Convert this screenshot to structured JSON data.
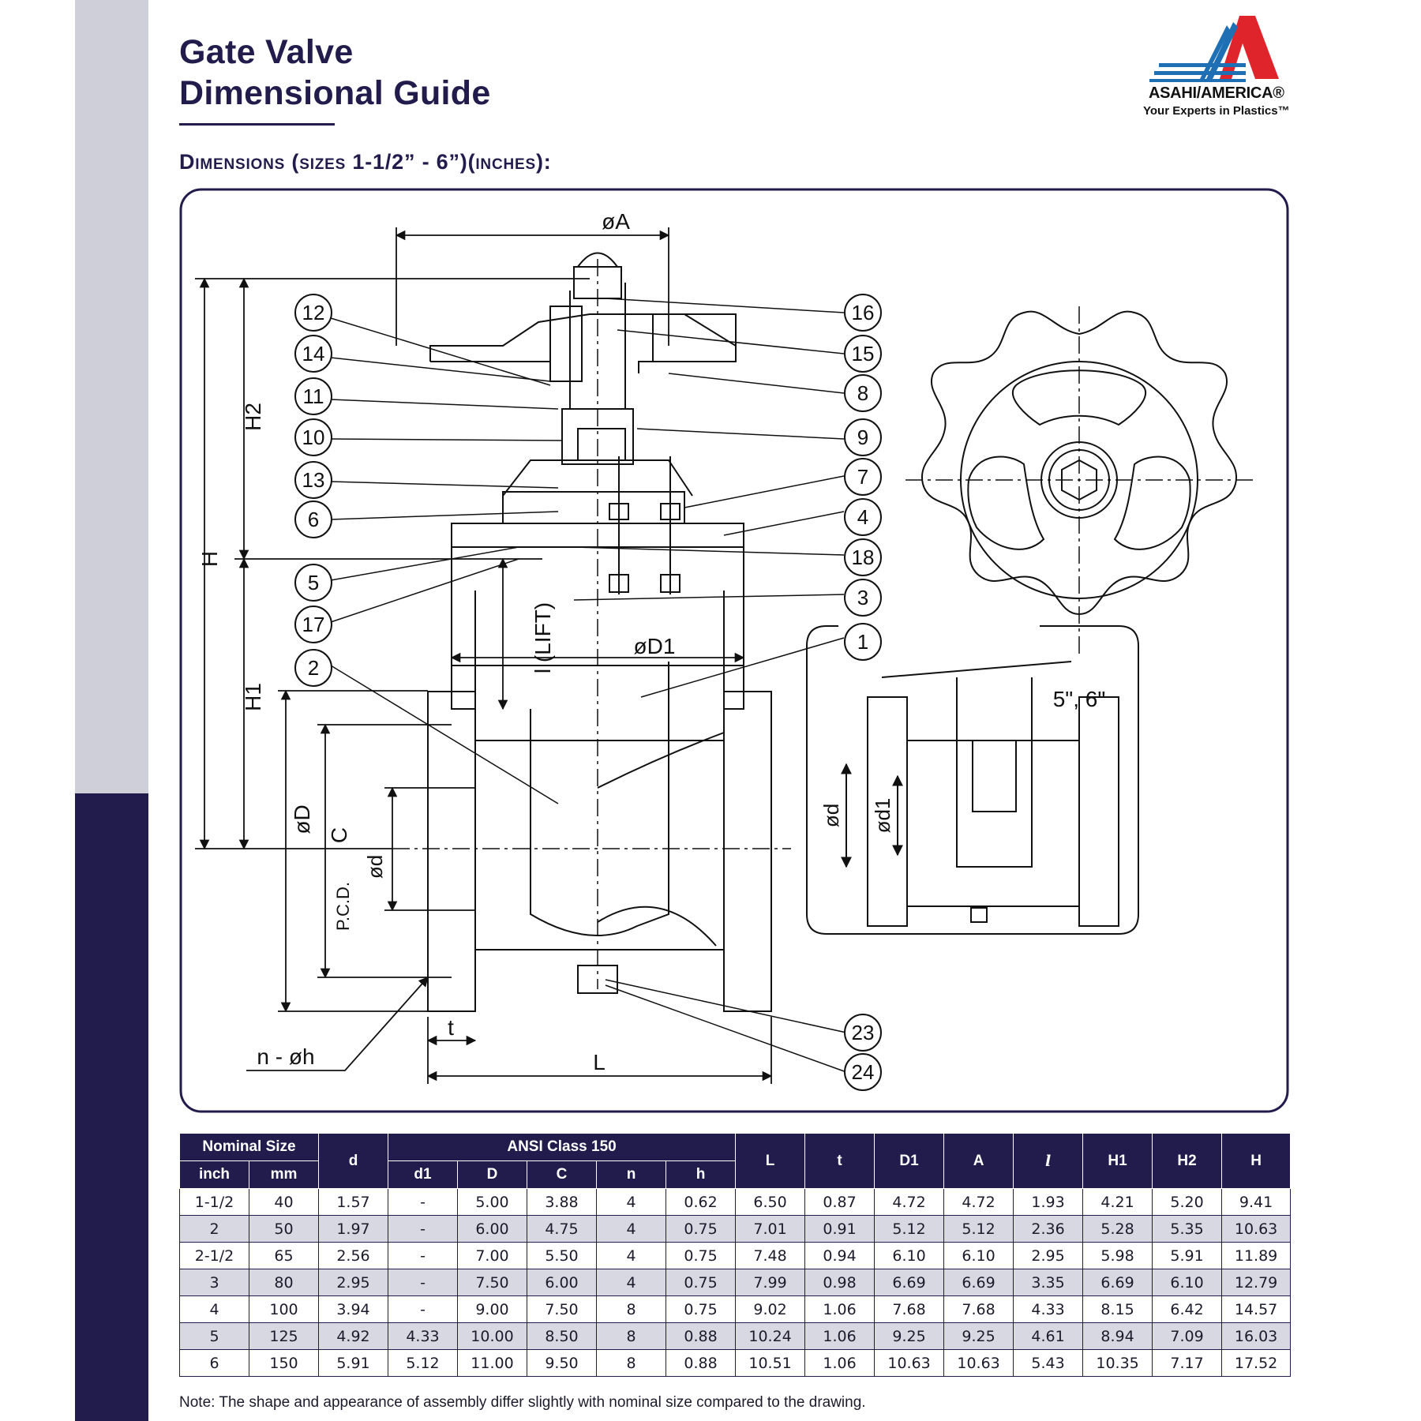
{
  "title": {
    "line1": "Gate Valve",
    "line2": "Dimensional Guide"
  },
  "subtitle": "Dimensions (sizes 1-1/2” - 6”)(inches):",
  "logo": {
    "name": "ASAHI/AMERICA®",
    "tagline": "Your Experts in Plastics™",
    "colors": {
      "blue": "#1f6fb5",
      "red": "#e0242b"
    }
  },
  "drawing": {
    "dims": {
      "oA": "øA",
      "H": "H",
      "H1": "H1",
      "H2": "H2",
      "oD": "øD",
      "C": "C",
      "od": "ød",
      "pcd": "P.C.D.",
      "lift": "l (LIFT)",
      "oD1": "øD1",
      "t": "t",
      "L": "L",
      "nh": "n - øh"
    },
    "callouts_left": [
      "12",
      "14",
      "11",
      "10",
      "13",
      "6",
      "5",
      "17",
      "2"
    ],
    "callouts_right": [
      "16",
      "15",
      "8",
      "9",
      "7",
      "4",
      "18",
      "3",
      "1",
      "23",
      "24"
    ],
    "inset": {
      "label": "5\", 6\"",
      "od": "ød",
      "od1": "ød1"
    }
  },
  "table": {
    "header_groups": {
      "nominal": "Nominal Size",
      "d": "d",
      "ansi": "ANSI Class 150",
      "L": "L",
      "t": "t",
      "D1": "D1",
      "A": "A",
      "l": "l",
      "H1": "H1",
      "H2": "H2",
      "H": "H"
    },
    "sub_headers": {
      "inch": "inch",
      "mm": "mm",
      "d1": "d1",
      "D": "D",
      "C": "C",
      "n": "n",
      "h": "h"
    },
    "rows": [
      [
        "1-1/2",
        "40",
        "1.57",
        "-",
        "5.00",
        "3.88",
        "4",
        "0.62",
        "6.50",
        "0.87",
        "4.72",
        "4.72",
        "1.93",
        "4.21",
        "5.20",
        "9.41"
      ],
      [
        "2",
        "50",
        "1.97",
        "-",
        "6.00",
        "4.75",
        "4",
        "0.75",
        "7.01",
        "0.91",
        "5.12",
        "5.12",
        "2.36",
        "5.28",
        "5.35",
        "10.63"
      ],
      [
        "2-1/2",
        "65",
        "2.56",
        "-",
        "7.00",
        "5.50",
        "4",
        "0.75",
        "7.48",
        "0.94",
        "6.10",
        "6.10",
        "2.95",
        "5.98",
        "5.91",
        "11.89"
      ],
      [
        "3",
        "80",
        "2.95",
        "-",
        "7.50",
        "6.00",
        "4",
        "0.75",
        "7.99",
        "0.98",
        "6.69",
        "6.69",
        "3.35",
        "6.69",
        "6.10",
        "12.79"
      ],
      [
        "4",
        "100",
        "3.94",
        "-",
        "9.00",
        "7.50",
        "8",
        "0.75",
        "9.02",
        "1.06",
        "7.68",
        "7.68",
        "4.33",
        "8.15",
        "6.42",
        "14.57"
      ],
      [
        "5",
        "125",
        "4.92",
        "4.33",
        "10.00",
        "8.50",
        "8",
        "0.88",
        "10.24",
        "1.06",
        "9.25",
        "9.25",
        "4.61",
        "8.94",
        "7.09",
        "16.03"
      ],
      [
        "6",
        "150",
        "5.91",
        "5.12",
        "11.00",
        "9.50",
        "8",
        "0.88",
        "10.51",
        "1.06",
        "10.63",
        "10.63",
        "5.43",
        "10.35",
        "7.17",
        "17.52"
      ]
    ]
  },
  "note": "Note: The shape and appearance of assembly differ slightly with nominal size compared to the drawing."
}
